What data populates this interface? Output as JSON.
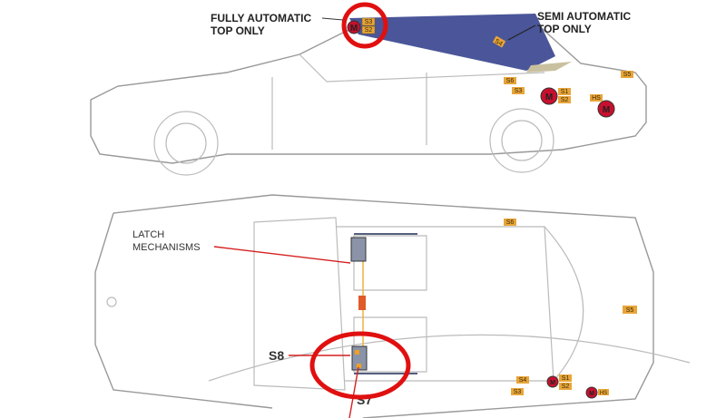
{
  "colors": {
    "top_fabric": "#4a5699",
    "tag": "#e8a53a",
    "motor": "#c8102e",
    "highlight": "#e01010",
    "leader": "#d42020"
  },
  "side_view": {
    "callout_full": [
      "FULLY AUTOMATIC",
      "TOP ONLY"
    ],
    "callout_semi": [
      "SEMI AUTOMATIC",
      "TOP ONLY"
    ],
    "circle_tags": [
      "S3",
      "S2"
    ],
    "circle_motor": "M",
    "tags": {
      "s6": "S6",
      "s3": "S3",
      "s1": "S1",
      "s2": "S2",
      "hs": "HS",
      "s5": "S5",
      "semi": "S4"
    },
    "motors": [
      "M",
      "M"
    ]
  },
  "top_view": {
    "latch_label": [
      "LATCH",
      "MECHANISMS"
    ],
    "s8": "S8",
    "s7": "S7",
    "tags": {
      "s6": "S6",
      "s5": "S5",
      "s4": "S4",
      "s3": "S3",
      "s1": "S1",
      "s2": "S2",
      "hs": "HS"
    },
    "motors": [
      "M",
      "M"
    ]
  }
}
